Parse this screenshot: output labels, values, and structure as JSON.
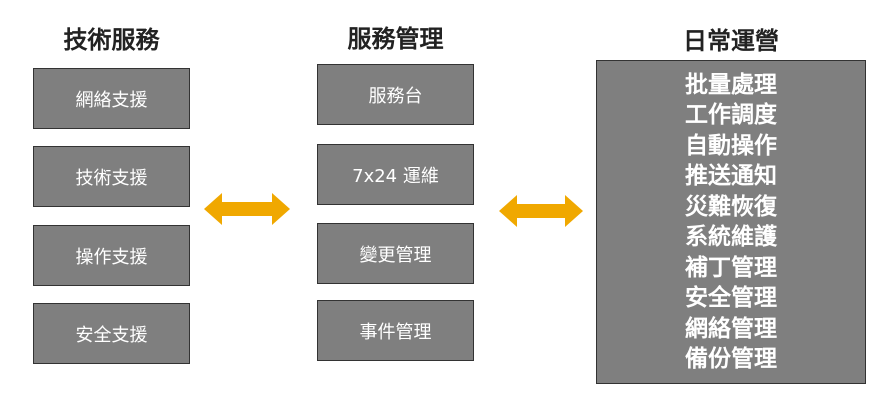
{
  "columns": {
    "technical": {
      "title": "技術服務",
      "items": [
        "網絡支援",
        "技術支援",
        "操作支援",
        "安全支援"
      ]
    },
    "service": {
      "title": "服務管理",
      "items": [
        "服務台",
        "7x24 運維",
        "變更管理",
        "事件管理"
      ]
    },
    "daily": {
      "title": "日常運營",
      "items": [
        "批量處理",
        "工作調度",
        "自動操作",
        "推送通知",
        "災難恢復",
        "系統維護",
        "補丁管理",
        "安全管理",
        "網絡管理",
        "備份管理"
      ]
    }
  },
  "colors": {
    "box_fill": "#7f7f7f",
    "box_border": "#333333",
    "arrow": "#f0a800",
    "text_on_box": "#ffffff"
  },
  "icons": {
    "arrow_left_right_1": "double-headed-arrow-icon",
    "arrow_left_right_2": "double-headed-arrow-icon"
  }
}
